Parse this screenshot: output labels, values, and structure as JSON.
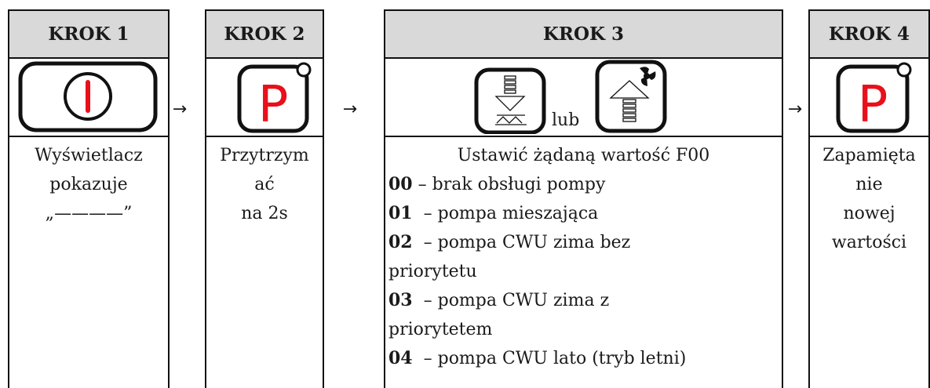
{
  "steps": [
    {
      "header": "KROK 1",
      "icon": "power-icon",
      "lines": [
        "Wyświetlacz",
        "pokazuje",
        "„————”"
      ]
    },
    {
      "header": "KROK 2",
      "icon": "p-button-icon",
      "lines": [
        "Przytrzym",
        "ać",
        "na 2s"
      ]
    },
    {
      "header": "KROK 3",
      "icon": "down-up-buttons",
      "connector": "lub",
      "intro": "Ustawić żądaną wartość F00",
      "options": [
        {
          "code": "00",
          "text": " – brak obsługi pompy"
        },
        {
          "code": "01",
          "text": "  – pompa mieszająca"
        },
        {
          "code": "02",
          "text": "  – pompa CWU zima bez"
        },
        {
          "code": "",
          "text": "priorytetu"
        },
        {
          "code": "03",
          "text": "  – pompa CWU zima z"
        },
        {
          "code": "",
          "text": "priorytetem"
        },
        {
          "code": "04",
          "text": "  – pompa CWU lato (tryb letni)"
        }
      ]
    },
    {
      "header": "KROK 4",
      "icon": "p-button-icon",
      "lines": [
        "Zapamięta",
        "nie",
        "nowej",
        "wartości"
      ]
    }
  ],
  "arrow": "→",
  "colors": {
    "header_bg": "#d9d9d9",
    "accent_red": "#e8101a",
    "border": "#111111"
  }
}
